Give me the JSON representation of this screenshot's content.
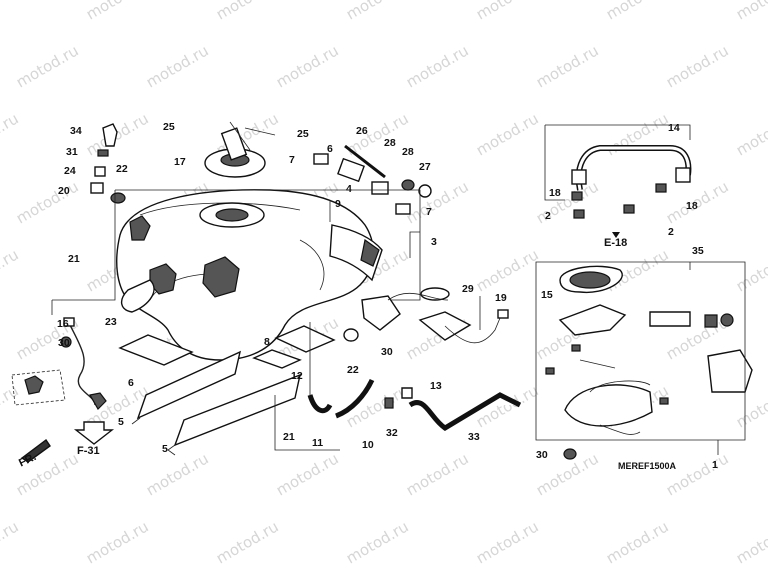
{
  "watermark": "motod.ru",
  "diagram_code": "MEREF1500A",
  "refs": {
    "fr": "FR.",
    "f31": "F-31",
    "e18": "E-18"
  },
  "callouts": [
    "34",
    "31",
    "24",
    "20",
    "22",
    "25",
    "17",
    "25",
    "7",
    "26",
    "28",
    "28",
    "27",
    "6",
    "7",
    "4",
    "14",
    "18",
    "18",
    "2",
    "2",
    "9",
    "3",
    "21",
    "35",
    "16",
    "23",
    "30",
    "29",
    "19",
    "15",
    "8",
    "12",
    "22",
    "30",
    "6",
    "13",
    "5",
    "5",
    "21",
    "11",
    "10",
    "32",
    "33",
    "30",
    "1"
  ]
}
